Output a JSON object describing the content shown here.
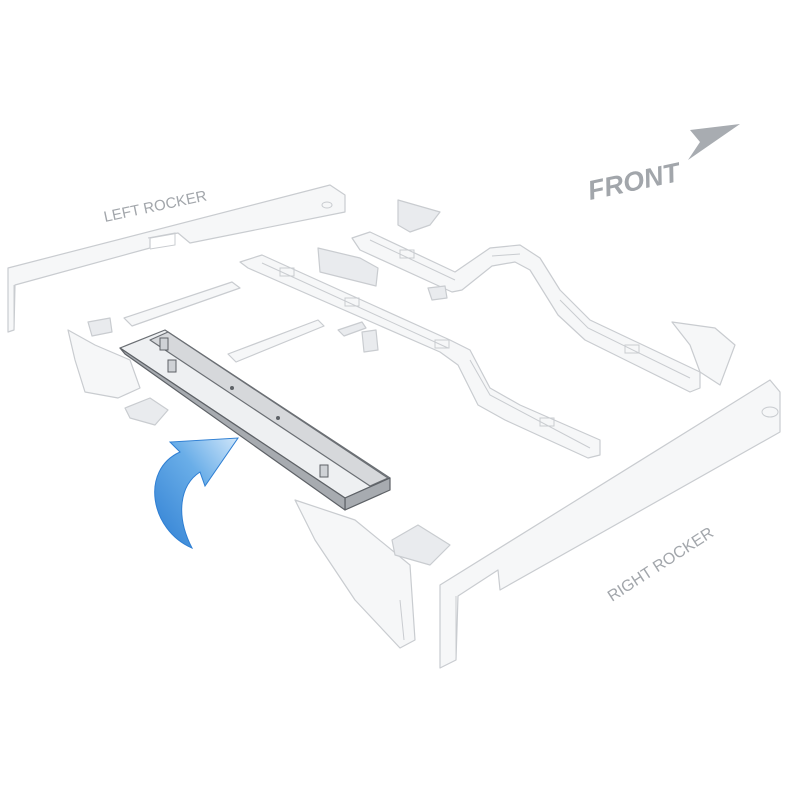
{
  "labels": {
    "left_rocker": "LEFT ROCKER",
    "right_rocker": "RIGHT ROCKER",
    "front": "FRONT"
  },
  "colors": {
    "part_fill": "#f6f7f8",
    "part_outline": "#c9ccd0",
    "highlight_part": "#a7abb0",
    "arrow_blue": "#5a9fe0",
    "label_gray": "#a2a6ab"
  },
  "icons": {
    "front_direction": "arrow-right-icon",
    "callout": "curved-arrow-icon"
  }
}
